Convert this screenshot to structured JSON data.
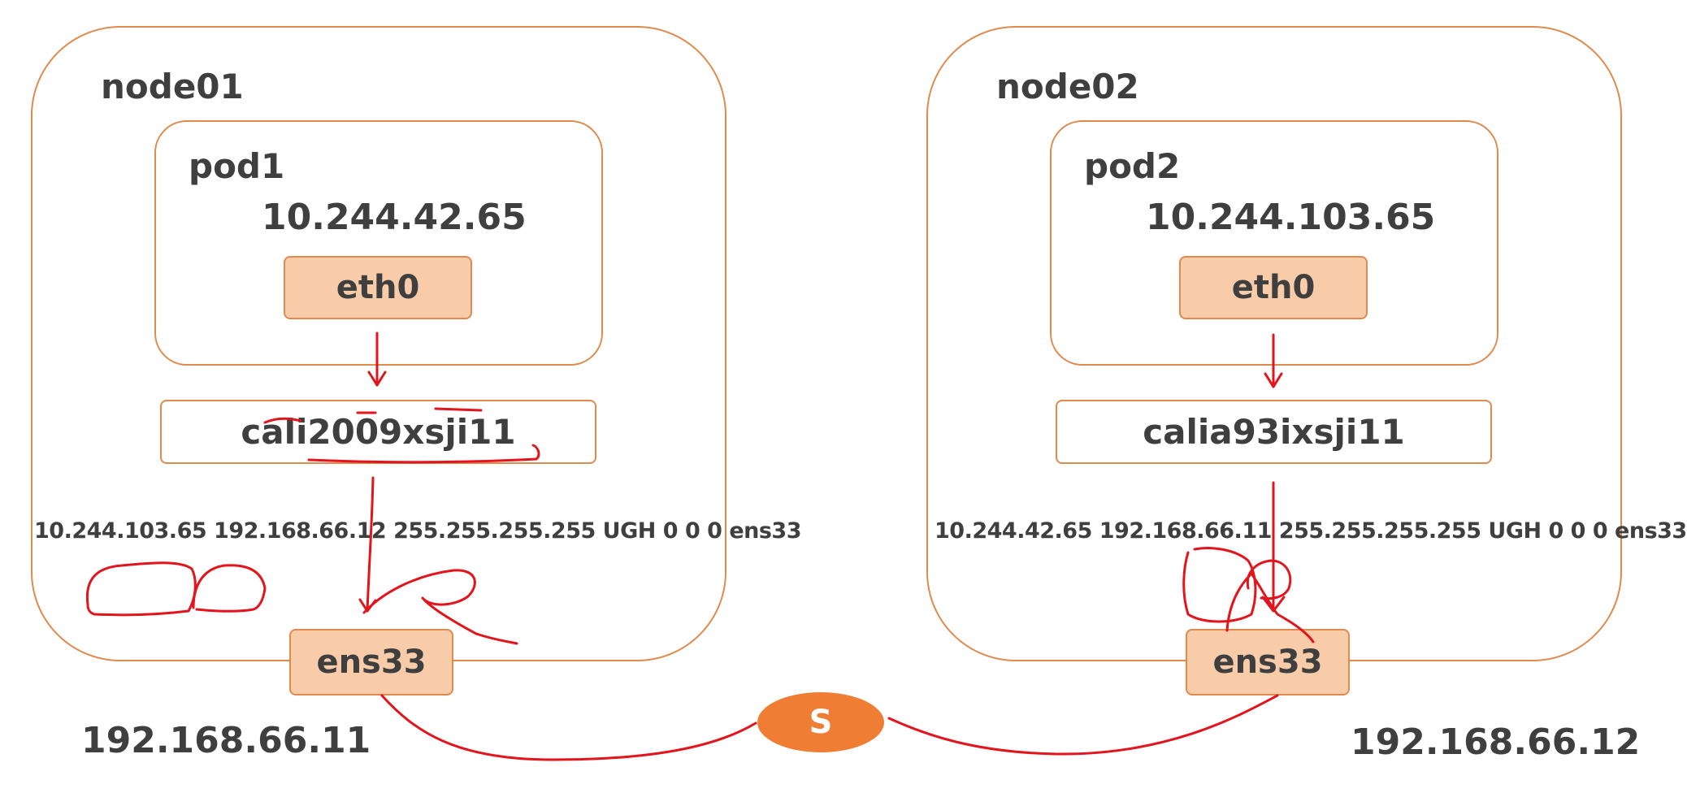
{
  "colors": {
    "node_border": "#e08a4e",
    "interface_fill": "#f8cba9",
    "switch_fill": "#ef7d34",
    "annotation_red": "#e3141b",
    "text": "#3f3f3f"
  },
  "node01": {
    "title": "node01",
    "pod": {
      "name": "pod1",
      "ip": "10.244.42.65",
      "interface": "eth0"
    },
    "cali_interface": "cali2009xsji11",
    "route_entry": "10.244.103.65 192.168.66.12 255.255.255.255 UGH 0 0  0 ens33",
    "host_interface": "ens33",
    "host_ip": "192.168.66.11"
  },
  "node02": {
    "title": "node02",
    "pod": {
      "name": "pod2",
      "ip": "10.244.103.65",
      "interface": "eth0"
    },
    "cali_interface": "calia93ixsji11",
    "route_entry": "10.244.42.65 192.168.66.11 255.255.255.255 UGH 0 0  0 ens33",
    "host_interface": "ens33",
    "host_ip": "192.168.66.12"
  },
  "switch": {
    "label": "S"
  }
}
